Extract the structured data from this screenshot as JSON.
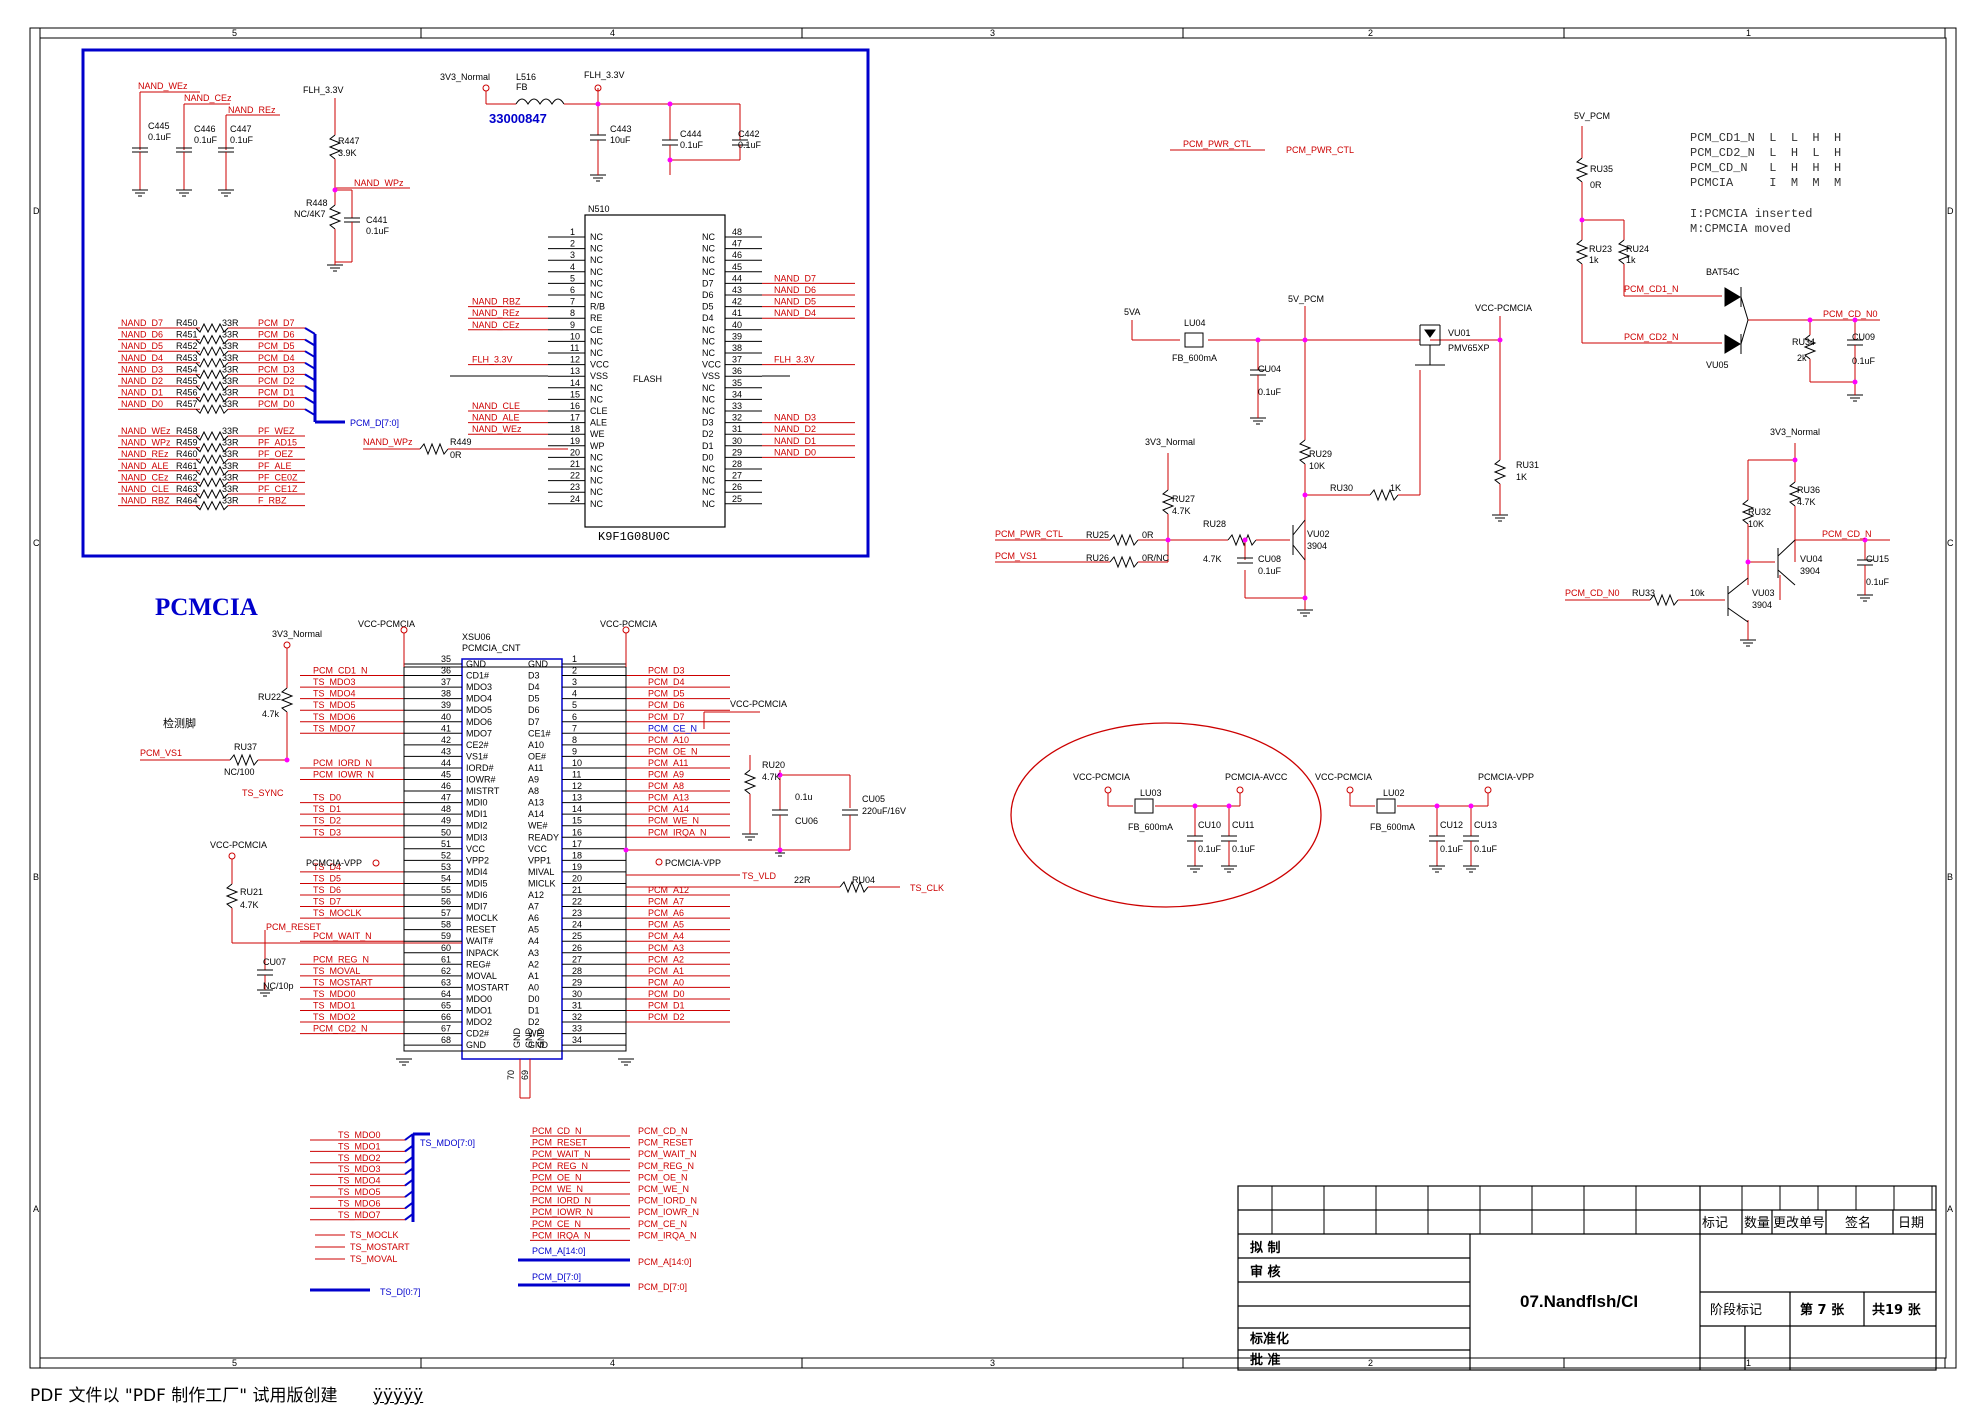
{
  "nand": {
    "power_nets": {
      "v3_normal": "3V3_Normal",
      "flh": "FLH_3.3V",
      "flh_b": "FLH_3.3V"
    },
    "caps_top": [
      "C445",
      "C446",
      "C447",
      "C443",
      "C444",
      "C442",
      "C441"
    ],
    "cap_values": {
      "C445": "0.1uF",
      "C446": "0.1uF",
      "C447": "0.1uF",
      "C443": "10uF",
      "C444": "0.1uF",
      "C442": "0.1uF",
      "C441": "0.1uF"
    },
    "cap_nets": [
      "NAND_WEz",
      "NAND_CEz",
      "NAND_REz"
    ],
    "inductor": {
      "ref": "L516",
      "type": "FB",
      "part_no": "33000847"
    },
    "resistors": {
      "r447": "R447",
      "r447_val": "3.9K",
      "r448": "R448",
      "r448_val": "NC/4K7",
      "wp_net": "NAND_WPz",
      "r449": "R449",
      "r449_val": "0R",
      "wp_in": "NAND_WPz"
    },
    "chip": {
      "ref": "N510",
      "center": "FLASH",
      "part": "K9F1G08U0C"
    },
    "left_pins": [
      {
        "n": "1",
        "name": "NC",
        "net": ""
      },
      {
        "n": "2",
        "name": "NC",
        "net": ""
      },
      {
        "n": "3",
        "name": "NC",
        "net": ""
      },
      {
        "n": "4",
        "name": "NC",
        "net": ""
      },
      {
        "n": "5",
        "name": "NC",
        "net": ""
      },
      {
        "n": "6",
        "name": "NC",
        "net": ""
      },
      {
        "n": "7",
        "name": "R/B",
        "net": "NAND_RBZ"
      },
      {
        "n": "8",
        "name": "RE",
        "net": "NAND_REz"
      },
      {
        "n": "9",
        "name": "CE",
        "net": "NAND_CEz"
      },
      {
        "n": "10",
        "name": "NC",
        "net": ""
      },
      {
        "n": "11",
        "name": "NC",
        "net": ""
      },
      {
        "n": "12",
        "name": "VCC",
        "net": "FLH_3.3V"
      },
      {
        "n": "13",
        "name": "VSS",
        "net": ""
      },
      {
        "n": "14",
        "name": "NC",
        "net": ""
      },
      {
        "n": "15",
        "name": "NC",
        "net": ""
      },
      {
        "n": "16",
        "name": "CLE",
        "net": "NAND_CLE"
      },
      {
        "n": "17",
        "name": "ALE",
        "net": "NAND_ALE"
      },
      {
        "n": "18",
        "name": "WE",
        "net": "NAND_WEz"
      },
      {
        "n": "19",
        "name": "WP",
        "net": ""
      },
      {
        "n": "20",
        "name": "NC",
        "net": ""
      },
      {
        "n": "21",
        "name": "NC",
        "net": ""
      },
      {
        "n": "22",
        "name": "NC",
        "net": ""
      },
      {
        "n": "23",
        "name": "NC",
        "net": ""
      },
      {
        "n": "24",
        "name": "NC",
        "net": ""
      }
    ],
    "right_pins": [
      {
        "n": "48",
        "name": "NC",
        "net": ""
      },
      {
        "n": "47",
        "name": "NC",
        "net": ""
      },
      {
        "n": "46",
        "name": "NC",
        "net": ""
      },
      {
        "n": "45",
        "name": "NC",
        "net": ""
      },
      {
        "n": "44",
        "name": "D7",
        "net": "NAND_D7"
      },
      {
        "n": "43",
        "name": "D6",
        "net": "NAND_D6"
      },
      {
        "n": "42",
        "name": "D5",
        "net": "NAND_D5"
      },
      {
        "n": "41",
        "name": "D4",
        "net": "NAND_D4"
      },
      {
        "n": "40",
        "name": "NC",
        "net": ""
      },
      {
        "n": "39",
        "name": "NC",
        "net": ""
      },
      {
        "n": "38",
        "name": "NC",
        "net": ""
      },
      {
        "n": "37",
        "name": "VCC",
        "net": "FLH_3.3V"
      },
      {
        "n": "36",
        "name": "VSS",
        "net": ""
      },
      {
        "n": "35",
        "name": "NC",
        "net": ""
      },
      {
        "n": "34",
        "name": "NC",
        "net": ""
      },
      {
        "n": "33",
        "name": "NC",
        "net": ""
      },
      {
        "n": "32",
        "name": "D3",
        "net": "NAND_D3"
      },
      {
        "n": "31",
        "name": "D2",
        "net": "NAND_D2"
      },
      {
        "n": "30",
        "name": "D1",
        "net": "NAND_D1"
      },
      {
        "n": "29",
        "name": "D0",
        "net": "NAND_D0"
      },
      {
        "n": "28",
        "name": "NC",
        "net": ""
      },
      {
        "n": "27",
        "name": "NC",
        "net": ""
      },
      {
        "n": "26",
        "name": "NC",
        "net": ""
      },
      {
        "n": "25",
        "name": "NC",
        "net": ""
      }
    ],
    "data_res": [
      {
        "net": "NAND_D7",
        "ref": "R450",
        "val": "33R",
        "out": "PCM_D7"
      },
      {
        "net": "NAND_D6",
        "ref": "R451",
        "val": "33R",
        "out": "PCM_D6"
      },
      {
        "net": "NAND_D5",
        "ref": "R452",
        "val": "33R",
        "out": "PCM_D5"
      },
      {
        "net": "NAND_D4",
        "ref": "R453",
        "val": "33R",
        "out": "PCM_D4"
      },
      {
        "net": "NAND_D3",
        "ref": "R454",
        "val": "33R",
        "out": "PCM_D3"
      },
      {
        "net": "NAND_D2",
        "ref": "R455",
        "val": "33R",
        "out": "PCM_D2"
      },
      {
        "net": "NAND_D1",
        "ref": "R456",
        "val": "33R",
        "out": "PCM_D1"
      },
      {
        "net": "NAND_D0",
        "ref": "R457",
        "val": "33R",
        "out": "PCM_D0"
      }
    ],
    "data_bus": "PCM_D[7:0]",
    "ctrl_res": [
      {
        "net": "NAND_WEz",
        "ref": "R458",
        "val": "33R",
        "out": "PF_WEZ"
      },
      {
        "net": "NAND_WPz",
        "ref": "R459",
        "val": "33R",
        "out": "PF_AD15"
      },
      {
        "net": "NAND_REz",
        "ref": "R460",
        "val": "33R",
        "out": "PF_OEZ"
      },
      {
        "net": "NAND_ALE",
        "ref": "R461",
        "val": "33R",
        "out": "PF_ALE"
      },
      {
        "net": "NAND_CEz",
        "ref": "R462",
        "val": "33R",
        "out": "PF_CE0Z"
      },
      {
        "net": "NAND_CLE",
        "ref": "R463",
        "val": "33R",
        "out": "PF_CE1Z"
      },
      {
        "net": "NAND_RBZ",
        "ref": "R464",
        "val": "33R",
        "out": "F_RBZ"
      }
    ]
  },
  "pcmcia": {
    "title": "PCMCIA",
    "note_cn": "检测脚",
    "vcc": "VCC-PCMCIA",
    "v3": "3V3_Normal",
    "conn_ref": "XSU06",
    "conn_name": "PCMCIA_CNT",
    "left_pins": [
      {
        "n": "35",
        "name": "GND",
        "net": ""
      },
      {
        "n": "36",
        "name": "CD1#",
        "net": "PCM_CD1_N"
      },
      {
        "n": "37",
        "name": "MDO3",
        "net": "TS_MDO3"
      },
      {
        "n": "38",
        "name": "MDO4",
        "net": "TS_MDO4"
      },
      {
        "n": "39",
        "name": "MDO5",
        "net": "TS_MDO5"
      },
      {
        "n": "40",
        "name": "MDO6",
        "net": "TS_MDO6"
      },
      {
        "n": "41",
        "name": "MDO7",
        "net": "TS_MDO7"
      },
      {
        "n": "42",
        "name": "CE2#",
        "net": ""
      },
      {
        "n": "43",
        "name": "VS1#",
        "net": ""
      },
      {
        "n": "44",
        "name": "IORD#",
        "net": "PCM_IORD_N"
      },
      {
        "n": "45",
        "name": "IOWR#",
        "net": "PCM_IOWR_N"
      },
      {
        "n": "46",
        "name": "MISTRT",
        "net": ""
      },
      {
        "n": "47",
        "name": "MDI0",
        "net": "TS_D0"
      },
      {
        "n": "48",
        "name": "MDI1",
        "net": "TS_D1"
      },
      {
        "n": "49",
        "name": "MDI2",
        "net": "TS_D2"
      },
      {
        "n": "50",
        "name": "MDI3",
        "net": "TS_D3"
      },
      {
        "n": "51",
        "name": "VCC",
        "net": ""
      },
      {
        "n": "52",
        "name": "VPP2",
        "net": ""
      },
      {
        "n": "53",
        "name": "MDI4",
        "net": "TS_D4"
      },
      {
        "n": "54",
        "name": "MDI5",
        "net": "TS_D5"
      },
      {
        "n": "55",
        "name": "MDI6",
        "net": "TS_D6"
      },
      {
        "n": "56",
        "name": "MDI7",
        "net": "TS_D7"
      },
      {
        "n": "57",
        "name": "MOCLK",
        "net": "TS_MOCLK"
      },
      {
        "n": "58",
        "name": "RESET",
        "net": ""
      },
      {
        "n": "59",
        "name": "WAIT#",
        "net": "PCM_WAIT_N"
      },
      {
        "n": "60",
        "name": "INPACK",
        "net": ""
      },
      {
        "n": "61",
        "name": "REG#",
        "net": "PCM_REG_N"
      },
      {
        "n": "62",
        "name": "MOVAL",
        "net": "TS_MOVAL"
      },
      {
        "n": "63",
        "name": "MOSTART",
        "net": "TS_MOSTART"
      },
      {
        "n": "64",
        "name": "MDO0",
        "net": "TS_MDO0"
      },
      {
        "n": "65",
        "name": "MDO1",
        "net": "TS_MDO1"
      },
      {
        "n": "66",
        "name": "MDO2",
        "net": "TS_MDO2"
      },
      {
        "n": "67",
        "name": "CD2#",
        "net": "PCM_CD2_N"
      },
      {
        "n": "68",
        "name": "GND",
        "net": ""
      }
    ],
    "right_pins": [
      {
        "n": "1",
        "name": "GND",
        "net": ""
      },
      {
        "n": "2",
        "name": "D3",
        "net": "PCM_D3"
      },
      {
        "n": "3",
        "name": "D4",
        "net": "PCM_D4"
      },
      {
        "n": "4",
        "name": "D5",
        "net": "PCM_D5"
      },
      {
        "n": "5",
        "name": "D6",
        "net": "PCM_D6"
      },
      {
        "n": "6",
        "name": "D7",
        "net": "PCM_D7"
      },
      {
        "n": "7",
        "name": "CE1#",
        "net": "PCM_CE_N"
      },
      {
        "n": "8",
        "name": "A10",
        "net": "PCM_A10"
      },
      {
        "n": "9",
        "name": "OE#",
        "net": "PCM_OE_N"
      },
      {
        "n": "10",
        "name": "A11",
        "net": "PCM_A11"
      },
      {
        "n": "11",
        "name": "A9",
        "net": "PCM_A9"
      },
      {
        "n": "12",
        "name": "A8",
        "net": "PCM_A8"
      },
      {
        "n": "13",
        "name": "A13",
        "net": "PCM_A13"
      },
      {
        "n": "14",
        "name": "A14",
        "net": "PCM_A14"
      },
      {
        "n": "15",
        "name": "WE#",
        "net": "PCM_WE_N"
      },
      {
        "n": "16",
        "name": "READY",
        "net": "PCM_IRQA_N"
      },
      {
        "n": "17",
        "name": "VCC",
        "net": ""
      },
      {
        "n": "18",
        "name": "VPP1",
        "net": "PCMCIA-VPP"
      },
      {
        "n": "19",
        "name": "MIVAL",
        "net": "TS_VLD"
      },
      {
        "n": "20",
        "name": "MICLK",
        "net": ""
      },
      {
        "n": "21",
        "name": "A12",
        "net": "PCM_A12"
      },
      {
        "n": "22",
        "name": "A7",
        "net": "PCM_A7"
      },
      {
        "n": "23",
        "name": "A6",
        "net": "PCM_A6"
      },
      {
        "n": "24",
        "name": "A5",
        "net": "PCM_A5"
      },
      {
        "n": "25",
        "name": "A4",
        "net": "PCM_A4"
      },
      {
        "n": "26",
        "name": "A3",
        "net": "PCM_A3"
      },
      {
        "n": "27",
        "name": "A2",
        "net": "PCM_A2"
      },
      {
        "n": "28",
        "name": "A1",
        "net": "PCM_A1"
      },
      {
        "n": "29",
        "name": "A0",
        "net": "PCM_A0"
      },
      {
        "n": "30",
        "name": "D0",
        "net": "PCM_D0"
      },
      {
        "n": "31",
        "name": "D1",
        "net": "PCM_D1"
      },
      {
        "n": "32",
        "name": "D2",
        "net": "PCM_D2"
      },
      {
        "n": "33",
        "name": "WP",
        "net": ""
      },
      {
        "n": "34",
        "name": "GND",
        "net": ""
      }
    ],
    "bottom_pins": [
      "70",
      "69"
    ],
    "bottom_names": [
      "GND",
      "GND",
      "GND"
    ],
    "misc": {
      "ru22": "RU22",
      "ru22_val": "4.7k",
      "ru37": "RU37",
      "ru37_val": "NC/100",
      "pcm_vs1": "PCM_VS1",
      "ts_sync": "TS_SYNC",
      "ru21": "RU21",
      "ru21_val": "4.7K",
      "pcm_reset": "PCM_RESET",
      "cu07": "CU07",
      "cu07_val": "NC/10p",
      "pcmcia_vpp": "PCMCIA-VPP",
      "vpp_out": "PCMCIA-VPP",
      "ru20": "RU20",
      "ru20_val": "4.7K",
      "cu06": "CU06",
      "cu06_val": "0.1u",
      "cu05": "CU05",
      "cu05_val": "220uF/16V",
      "ts_vld": "TS_VLD",
      "ru04": "RU04",
      "ru04_val": "22R",
      "ts_clk": "TS_CLK",
      "vcc_pcmcia2": "VCC-PCMCIA",
      "pcm_ce_n": "PCM_CE_N"
    }
  },
  "power": {
    "pwr_ctl_a": "PCM_PWR_CTL",
    "pwr_ctl_b": "PCM_PWR_CTL",
    "n5va": "5VA",
    "n5v_pcm": "5V_PCM",
    "vcc": "VCC-PCMCIA",
    "lu04": "LU04",
    "lu04_val": "FB_600mA",
    "cu04": "CU04",
    "cu04_val": "0.1uF",
    "vu01": "VU01",
    "vu01_val": "PMV65XP",
    "ru29": "RU29",
    "ru29_val": "10K",
    "ru30": "RU30",
    "ru30_val": "1K",
    "ru31": "RU31",
    "ru31_val": "1K",
    "v3": "3V3_Normal",
    "ru27": "RU27",
    "ru27_val": "4.7K",
    "ru25": "RU25",
    "ru25_val": "0R",
    "ru26": "RU26",
    "ru26_val": "0R/NC",
    "ru28": "RU28",
    "ru28_val": "4.7K",
    "vu02": "VU02",
    "vu02_val": "3904",
    "cu08": "CU08",
    "cu08_val": "0.1uF",
    "in_ctl": "PCM_PWR_CTL",
    "in_vs1": "PCM_VS1"
  },
  "cd": {
    "n5v_pcm": "5V_PCM",
    "table": [
      "PCM_CD1_N  L  L  H  H",
      "PCM_CD2_N  L  H  L  H",
      "PCM_CD_N   L  H  H  H",
      "PCMCIA     I  M  M  M"
    ],
    "legend": [
      "I:PCMCIA inserted",
      "M:CPMCIA moved"
    ],
    "ru35": "RU35",
    "ru35_val": "0R",
    "ru23": "RU23",
    "ru23_val": "1k",
    "ru24": "RU24",
    "ru24_val": "1k",
    "bat": "BAT54C",
    "vu05": "VU05",
    "cd1": "PCM_CD1_N",
    "cd2": "PCM_CD2_N",
    "cd_n0": "PCM_CD_N0",
    "ru34": "RU34",
    "ru34_val": "2k",
    "cu09": "CU09",
    "cu09_val": "0.1uF",
    "v3": "3V3_Normal",
    "ru32": "RU32",
    "ru32_val": "10K",
    "ru36": "RU36",
    "ru36_val": "4.7K",
    "vu04": "VU04",
    "vu04_val": "3904",
    "cd_n": "PCM_CD_N",
    "cu15": "CU15",
    "cu15_val": "0.1uF",
    "cd_n0_in": "PCM_CD_N0",
    "ru33": "RU33",
    "ru33_val": "10k",
    "vu03": "VU03",
    "vu03_val": "3904"
  },
  "filters": {
    "a": {
      "vin": "VCC-PCMCIA",
      "vout": "PCMCIA-AVCC",
      "ref": "LU03",
      "val": "FB_600mA",
      "c1": "CU10",
      "c2": "CU11",
      "cval": "0.1uF"
    },
    "b": {
      "vin": "VCC-PCMCIA",
      "vout": "PCMCIA-VPP",
      "ref": "LU02",
      "val": "FB_600mA",
      "c1": "CU12",
      "c2": "CU13",
      "cval": "0.1uF"
    }
  },
  "buses": {
    "ts_mdo": [
      "TS_MDO0",
      "TS_MDO1",
      "TS_MDO2",
      "TS_MDO3",
      "TS_MDO4",
      "TS_MDO5",
      "TS_MDO6",
      "TS_MDO7"
    ],
    "ts_mdo_bus": "TS_MDO[7:0]",
    "ts_misc": [
      "TS_MOCLK",
      "TS_MOSTART",
      "TS_MOVAL"
    ],
    "ts_d_bus": "TS_D[0:7]",
    "pcm_nets": [
      "PCM_CD_N",
      "PCM_RESET",
      "PCM_WAIT_N",
      "PCM_REG_N",
      "PCM_OE_N",
      "PCM_WE_N",
      "PCM_IORD_N",
      "PCM_IOWR_N",
      "PCM_CE_N",
      "PCM_IRQA_N"
    ],
    "pcm_a": "PCM_A[14:0]",
    "pcm_d": "PCM_D[7:0]"
  },
  "title_block": {
    "hdr": [
      "标记",
      "数量",
      "更改单号",
      "签名",
      "日期"
    ],
    "rows": [
      "拟 制",
      "审 核",
      "标准化",
      "批 准"
    ],
    "title": "07.Nandflsh/CI",
    "stage": "阶段标记",
    "sheet": "第 7 张",
    "total": "共19 张"
  },
  "frame": {
    "cols": [
      "5",
      "4",
      "3",
      "2",
      "1"
    ],
    "rows": [
      "D",
      "C",
      "B",
      "A"
    ]
  },
  "footer": {
    "text": "PDF 文件以 \"PDF 制作工厂\" 试用版创建",
    "link": "ÿÿÿÿÿ"
  },
  "colors": {
    "wire": "#cc0000",
    "net": "#cc0000",
    "bus": "#0000cc",
    "junction": "#ff00ff",
    "ellipse": "#cc0000",
    "text": "#000000"
  }
}
